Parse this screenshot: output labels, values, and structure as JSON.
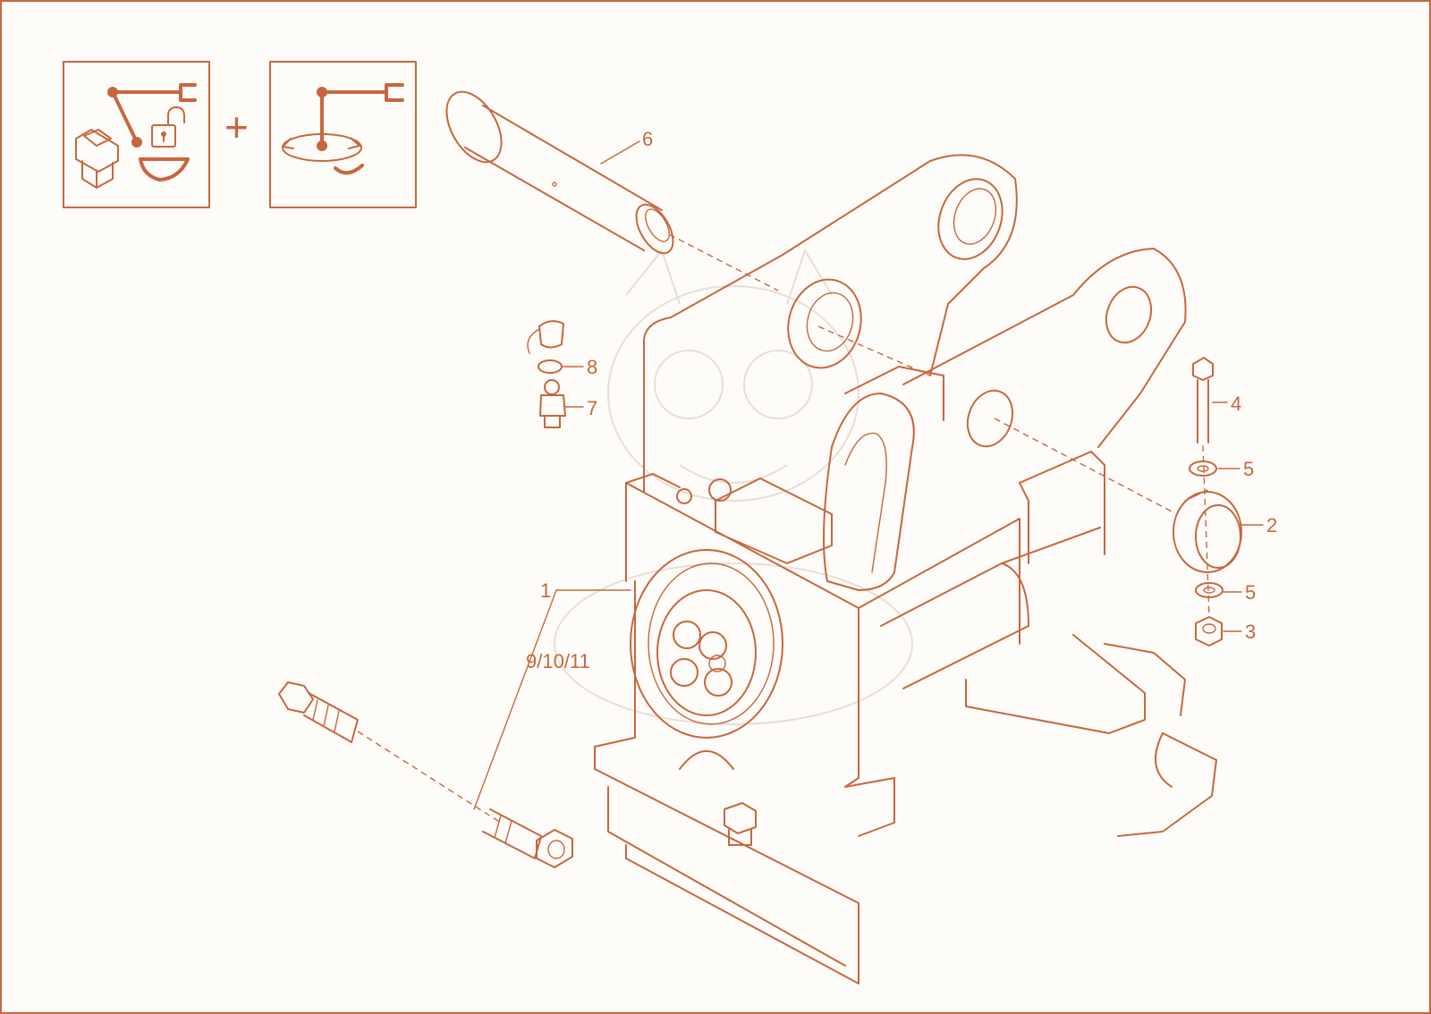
{
  "colors": {
    "line": "#c8663f",
    "background": "#fdfcf8",
    "watermark": "#e8ded6"
  },
  "icons": {
    "left": "unlock-switch-bucket-icon",
    "right": "rotate-arm-icon",
    "operator": "+"
  },
  "callouts": [
    {
      "id": "part-1",
      "label": "1"
    },
    {
      "id": "part-2",
      "label": "2"
    },
    {
      "id": "part-3",
      "label": "3"
    },
    {
      "id": "part-4",
      "label": "4"
    },
    {
      "id": "part-5a",
      "label": "5"
    },
    {
      "id": "part-5b",
      "label": "5"
    },
    {
      "id": "part-6",
      "label": "6"
    },
    {
      "id": "part-7",
      "label": "7"
    },
    {
      "id": "part-8",
      "label": "8"
    },
    {
      "id": "part-9-10-11",
      "label": "9/10/11"
    }
  ]
}
